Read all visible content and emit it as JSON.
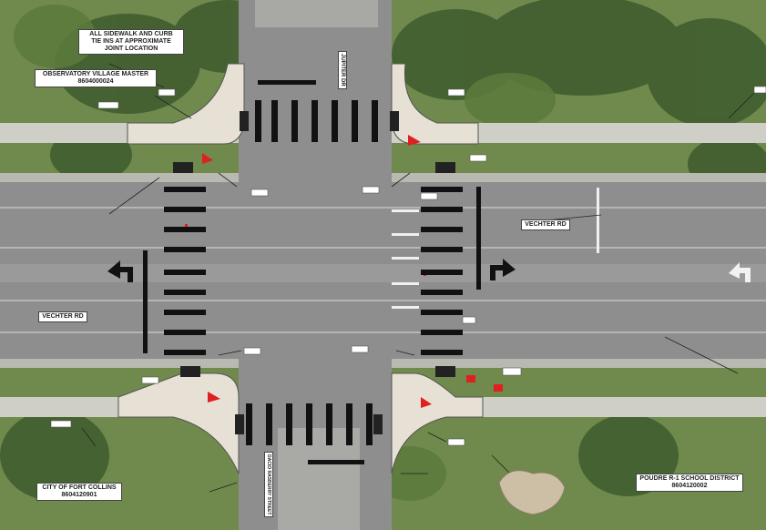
{
  "colors": {
    "grass": "#6f8a4c",
    "tree_dark": "#3e5a2e",
    "road": "#8e8e8e",
    "sidewalk": "#cfcfc8",
    "stripe": "#111111",
    "pad": "#e6e0d5",
    "red_markup": "#e02020"
  },
  "labels": {
    "sidewalk_note": "ALL SIDEWALK AND CURB\nTIE INS AT APPROXIMATE\nJOINT LOCATION",
    "observatory": "OBSERVATORY VILLAGE MASTER\n8604000024",
    "vecher_top": "VECHTER RD",
    "vecher_left": "VECHTER RD",
    "city_fort_collins": "CITY OF FORT COLLINS\n8604120901",
    "poudre_school": "POUDRE R-1 SCHOOL DISTRICT\n8604120002",
    "jupiter_dr": "JUPITER DR",
    "south_street": "DACIO\nRASBERRY\nSTREET"
  },
  "icons": {
    "left_turn_arrow_west": "left-turn-arrow-icon",
    "left_turn_arrow_east": "left-turn-arrow-icon",
    "white_road_arrow": "road-arrow-icon"
  }
}
